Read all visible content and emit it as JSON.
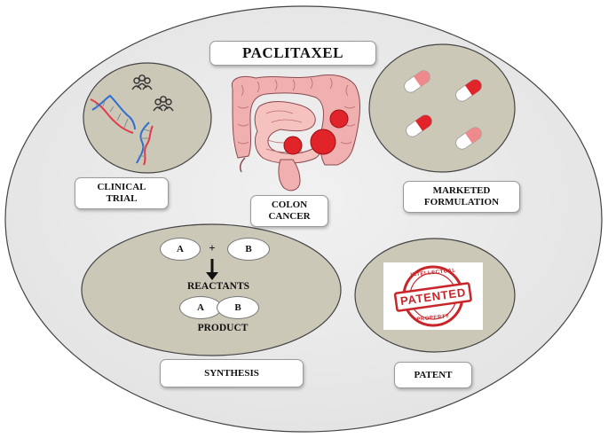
{
  "title": "PACLITAXEL",
  "labels": {
    "clinical_trial": [
      "CLINICAL",
      "TRIAL"
    ],
    "colon_cancer": [
      "COLON",
      "CANCER"
    ],
    "marketed_formulation": [
      "MARKETED",
      "FORMULATION"
    ],
    "synthesis": "SYNTHESIS",
    "patent": "PATENT"
  },
  "synthesis": {
    "reactant_a": "A",
    "plus": "+",
    "reactant_b": "B",
    "reactants_label": "REACTANTS",
    "product_a": "A",
    "product_b": "B",
    "product_label": "PRODUCT"
  },
  "stamp": {
    "top_text": "INTELLECTUAL",
    "center_text": "PATENTED",
    "bottom_text": "PROPERTY"
  },
  "colors": {
    "outer_oval": "#ececec",
    "inner_oval": "#cbc8b8",
    "tumor": "#e0242a",
    "stamp": "#c8262b",
    "intestine": "#f0b0b0"
  },
  "icons": [
    "people-icon",
    "dna-icon",
    "intestine-icon",
    "capsule-icon",
    "reaction-arrow-icon",
    "patent-stamp-icon"
  ]
}
